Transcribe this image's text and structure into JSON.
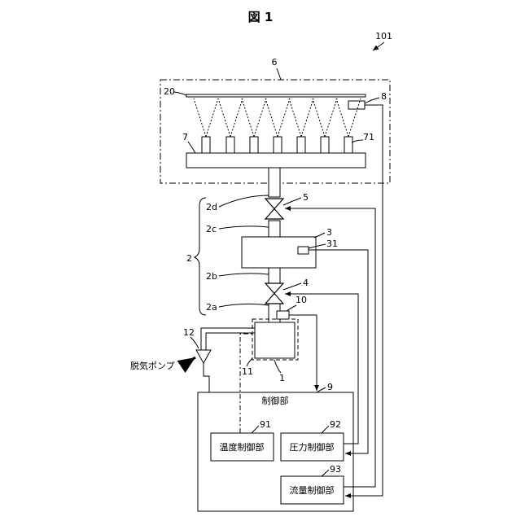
{
  "figure": {
    "title": "図 1",
    "ref_main": "101"
  },
  "labels": {
    "chamber": "6",
    "substrate": "20",
    "sensor": "8",
    "nozzle_header": "7",
    "nozzle": "71",
    "supply_line": "2",
    "line_d": "2d",
    "line_c": "2c",
    "line_b": "2b",
    "line_a": "2a",
    "valve_upper": "5",
    "vessel_mid": "3",
    "vessel_sensor": "31",
    "valve_lower": "4",
    "flow_sensor": "10",
    "degas_port": "12",
    "degas_pump": "脱気ポンプ",
    "heater": "11",
    "tank": "1",
    "controller_ref": "9",
    "controller": "制御部",
    "temp_ctrl_ref": "91",
    "temp_ctrl": "温度制御部",
    "pressure_ctrl_ref": "92",
    "pressure_ctrl": "圧力制御部",
    "flow_ctrl_ref": "93",
    "flow_ctrl": "流量制御部"
  }
}
